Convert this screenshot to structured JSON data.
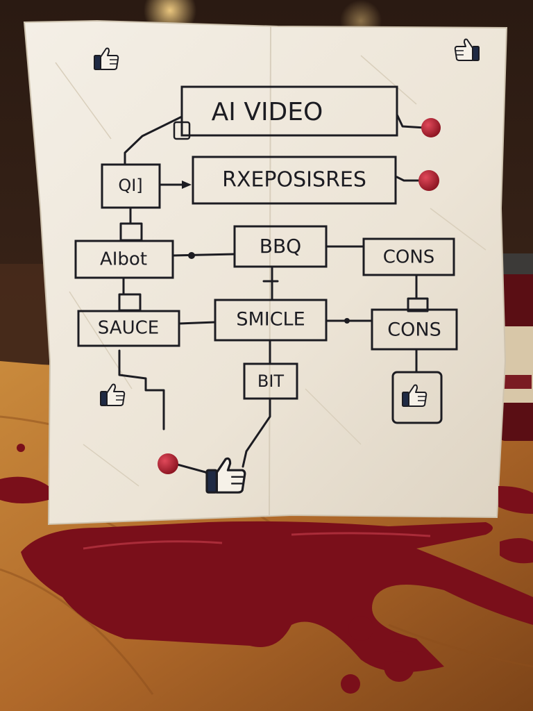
{
  "diagram": {
    "title": "AI VIDEO",
    "nodes": {
      "qil": "QI]",
      "rxeposisres": "RXEPOSISRES",
      "bbq": "BBQ",
      "aibot": "AIbot",
      "cons_top": "CONS",
      "sauce": "SAUCE",
      "smicle": "SMICLE",
      "cons_right": "CONS",
      "bit": "BIT"
    }
  },
  "colors": {
    "napkin": "#f1ebe0",
    "ink": "#1c1c22",
    "sauce": "#8a1320",
    "wood": "#b8742f",
    "thumb_fill": "#1f2a44"
  },
  "icons": [
    "thumbs-up-icon",
    "sauce-dot-icon",
    "sauce-jar"
  ]
}
